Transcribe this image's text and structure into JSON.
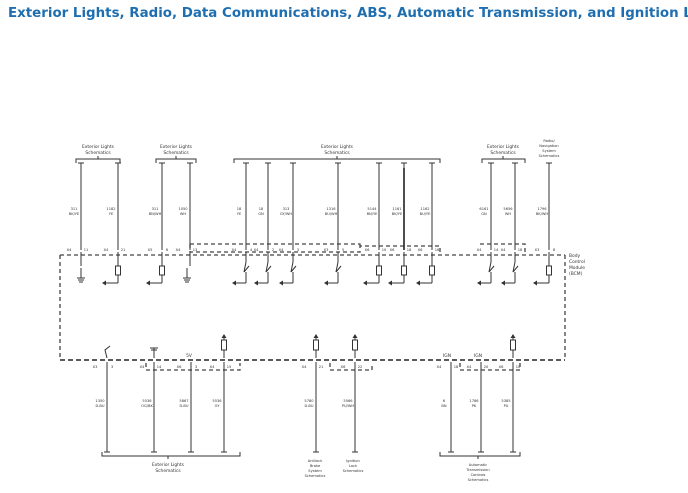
{
  "title": "Exterior Lights, Radio, Data Communications, ABS, Automatic Transmission, and Ignition Lock",
  "top_refs": [
    {
      "line1": "Exterior Lights",
      "line2": "Schematics"
    },
    {
      "line1": "Exterior Lights",
      "line2": "Schematics"
    },
    {
      "line1": "Exterior Lights",
      "line2": "Schematics"
    },
    {
      "line1": "Exterior Lights",
      "line2": "Schematics"
    },
    {
      "line1": "Radio/",
      "line2": "Navigation",
      "line3": "System",
      "line4": "Schematics"
    }
  ],
  "module": {
    "line1": "Body",
    "line2": "Control",
    "line3": "Module",
    "line4": "(BCM)"
  },
  "top_wires": [
    {
      "circuit": "311",
      "color": "BK/YE"
    },
    {
      "circuit": "1182",
      "color": "YE"
    },
    {
      "circuit": "311",
      "color": "BN/WH"
    },
    {
      "circuit": "1050",
      "color": "WH"
    },
    {
      "circuit": "18",
      "color": "YE"
    },
    {
      "circuit": "18",
      "color": "GN"
    },
    {
      "circuit": "313",
      "color": "GY/WH"
    },
    {
      "circuit": "1316",
      "color": "BU/WH"
    },
    {
      "circuit": "5144",
      "color": "BN/YE"
    },
    {
      "circuit": "1161",
      "color": "BK/YE"
    },
    {
      "circuit": "1162",
      "color": "BU/YE"
    },
    {
      "circuit": "6161",
      "color": "GN"
    },
    {
      "circuit": "5656",
      "color": "WH"
    },
    {
      "circuit": "1796",
      "color": "BK/WH"
    }
  ],
  "top_connectors": [
    {
      "conn": "X4",
      "pin": "11"
    },
    {
      "conn": "X4",
      "pin": "21"
    },
    {
      "conn": "X5",
      "pin": "6"
    },
    {
      "conn": "X4",
      "pin": "13"
    },
    {
      "conn": "X4",
      "pin": "4"
    },
    {
      "conn": "X4",
      "pin": "2"
    },
    {
      "conn": "X4",
      "pin": "3"
    },
    {
      "conn": "X3",
      "pin": "5"
    },
    {
      "conn": "X6",
      "pin": "10"
    },
    {
      "conn": "X6",
      "pin": "18"
    },
    {
      "conn": "X6",
      "pin": "16"
    },
    {
      "conn": "X4",
      "pin": "14"
    },
    {
      "conn": "X4",
      "pin": "18"
    },
    {
      "conn": "X3",
      "pin": "8"
    }
  ],
  "bottom_connectors": [
    {
      "conn": "X3",
      "pin": "3"
    },
    {
      "conn": "X4",
      "pin": "14"
    },
    {
      "conn": "X6",
      "pin": "3"
    },
    {
      "conn": "X4",
      "pin": "15"
    },
    {
      "conn": "X4",
      "pin": "21"
    },
    {
      "conn": "X6",
      "pin": "22"
    },
    {
      "conn": "X4",
      "pin": "18"
    },
    {
      "conn": "X4",
      "pin": "20"
    },
    {
      "conn": "X6",
      "pin": "10"
    }
  ],
  "bottom_wires": [
    {
      "circuit": "1350",
      "color": "D-BU"
    },
    {
      "circuit": "5536",
      "color": "OG/BK"
    },
    {
      "circuit": "5867",
      "color": "D-BU"
    },
    {
      "circuit": "5536",
      "color": "GY"
    },
    {
      "circuit": "5780",
      "color": "D-BU"
    },
    {
      "circuit": "5566",
      "color": "PU/WH"
    },
    {
      "circuit": "6",
      "color": "BN"
    },
    {
      "circuit": "1786",
      "color": "PK"
    },
    {
      "circuit": "5385",
      "color": "PU"
    }
  ],
  "bottom_labels": {
    "ign1": "IGN",
    "ign2": "IGN",
    "sv": "5V"
  },
  "bottom_refs": [
    {
      "line1": "Exterior Lights",
      "line2": "Schematics"
    },
    {
      "line1": "Antilock",
      "line2": "Brake",
      "line3": "System",
      "line4": "Schematics"
    },
    {
      "line1": "Ignition",
      "line2": "Lock",
      "line3": "Schematics"
    },
    {
      "line1": "Automatic",
      "line2": "Transmission",
      "line3": "Controls",
      "line4": "Schematics"
    }
  ]
}
